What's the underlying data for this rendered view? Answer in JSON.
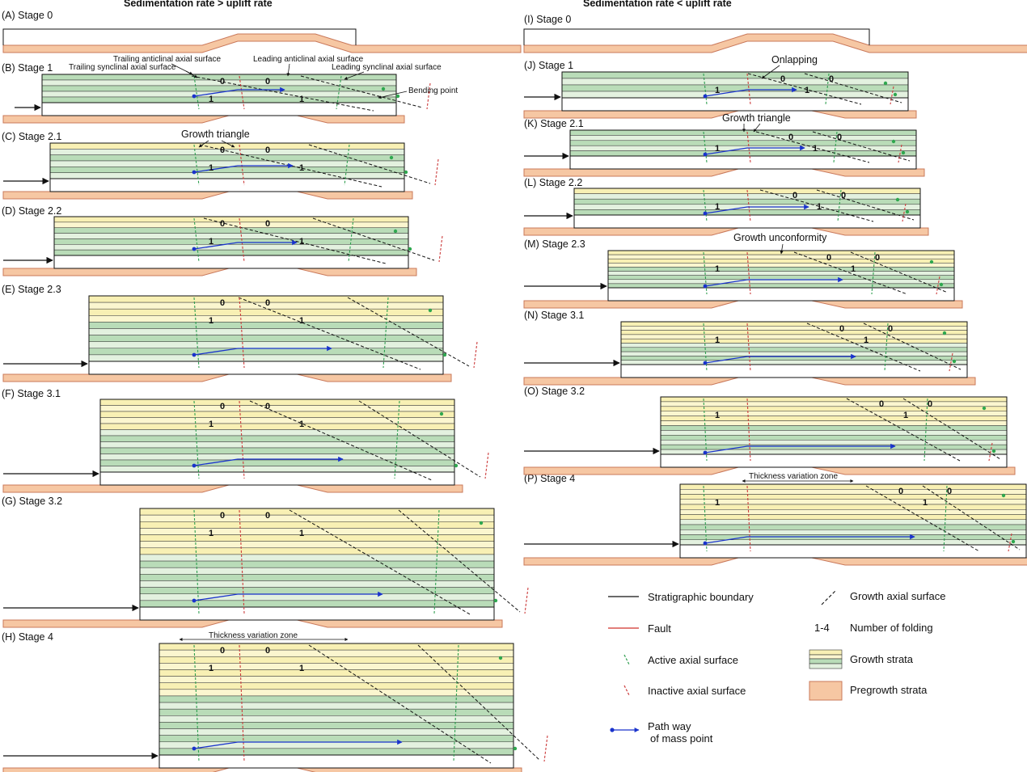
{
  "columns": {
    "left_title": "Sedimentation rate > uplift rate",
    "right_title": "Sedimentation rate < uplift rate"
  },
  "panels": [
    {
      "id": "A",
      "label": "(A) Stage 0"
    },
    {
      "id": "B",
      "label": "(B) Stage 1"
    },
    {
      "id": "C",
      "label": "(C) Stage 2.1"
    },
    {
      "id": "D",
      "label": "(D) Stage 2.2"
    },
    {
      "id": "E",
      "label": "(E) Stage 2.3"
    },
    {
      "id": "F",
      "label": "(F) Stage 3.1"
    },
    {
      "id": "G",
      "label": "(G) Stage 3.2"
    },
    {
      "id": "H",
      "label": "(H) Stage 4"
    },
    {
      "id": "I",
      "label": "(I) Stage 0"
    },
    {
      "id": "J",
      "label": "(J) Stage 1"
    },
    {
      "id": "K",
      "label": "(K) Stage 2.1"
    },
    {
      "id": "L",
      "label": "(L) Stage 2.2"
    },
    {
      "id": "M",
      "label": "(M) Stage 2.3"
    },
    {
      "id": "N",
      "label": "(N) Stage 3.1"
    },
    {
      "id": "O",
      "label": "(O) Stage 3.2"
    },
    {
      "id": "P",
      "label": "(P) Stage 4"
    }
  ],
  "annotations": {
    "trailing_anticlinal": "Trailing anticlinal axial surface",
    "trailing_synclinal": "Trailing synclinal axial surface",
    "leading_anticlinal": "Leading anticlinal axial surface",
    "leading_synclinal": "Leading synclinal axial surface",
    "bending_point": "Bending point",
    "growth_triangle": "Growth triangle",
    "thickness_variation_zone": "Thickness variation zone",
    "onlapping": "Onlapping",
    "growth_unconformity": "Growth unconformity"
  },
  "legend": {
    "stratigraphic_boundary": "Stratigraphic boundary",
    "fault": "Fault",
    "active_axial_surface": "Active axial surface",
    "inactive_axial_surface": "Inactive axial surface",
    "path_way_line1": "Path way",
    "path_way_line2": "of mass point",
    "growth_axial_surface": "Growth axial surface",
    "number_symbol": "1-4",
    "number_of_folding": "Number of folding",
    "growth_strata": "Growth strata",
    "pregrowth_strata": "Pregrowth strata"
  },
  "colors": {
    "pregrowth": "#f6c7a3",
    "pregrowth_edge": "#c9785a",
    "green_dark": "#b9dcb8",
    "green_light": "#e3f1df",
    "yellow": "#f8f0b4",
    "fault": "#d9534f",
    "active_axial": "#2e9e4f",
    "inactive_axial": "#cc3b3b",
    "pathway": "#1a33cc",
    "growth_dot": "#2fa84f"
  }
}
